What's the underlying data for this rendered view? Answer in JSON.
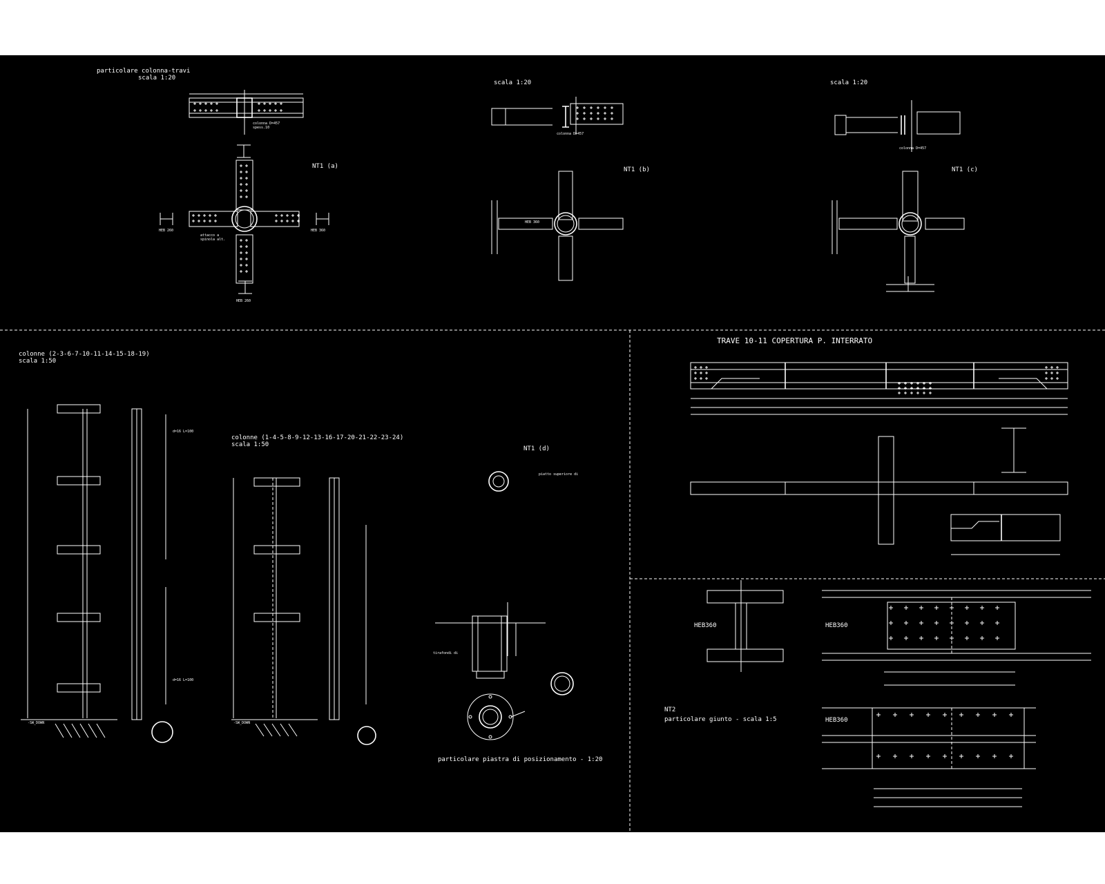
{
  "colors": {
    "background": "#000000",
    "lines": "#ffffff",
    "paper": "#ffffff"
  },
  "titles": {
    "nt1a_title": "particolare colonna-travi",
    "nt1a_scale": "scala 1:20",
    "nt1b_scale": "scala 1:20",
    "nt1c_scale": "scala 1:20",
    "nt1a_label": "NT1 (a)",
    "nt1b_label": "NT1 (b)",
    "nt1c_label": "NT1 (c)",
    "nt1d_label": "NT1 (d)",
    "columns1_title": "colonne (2-3-6-7-10-11-14-15-18-19)",
    "columns1_scale": "scala 1:50",
    "columns2_title": "colonne (1-4-5-8-9-12-13-16-17-20-21-22-23-24)",
    "columns2_scale": "scala 1:50",
    "beam_title": "TRAVE 10-11 COPERTURA P. INTERRATO",
    "plate_title": "particolare piastra di posizionamento - 1:20",
    "nt2_label": "NT2",
    "nt2_title": "particolare giunto - scala 1:5",
    "heb_a": "HEB360",
    "heb_b": "HEB360",
    "heb_c": "HEB360"
  }
}
